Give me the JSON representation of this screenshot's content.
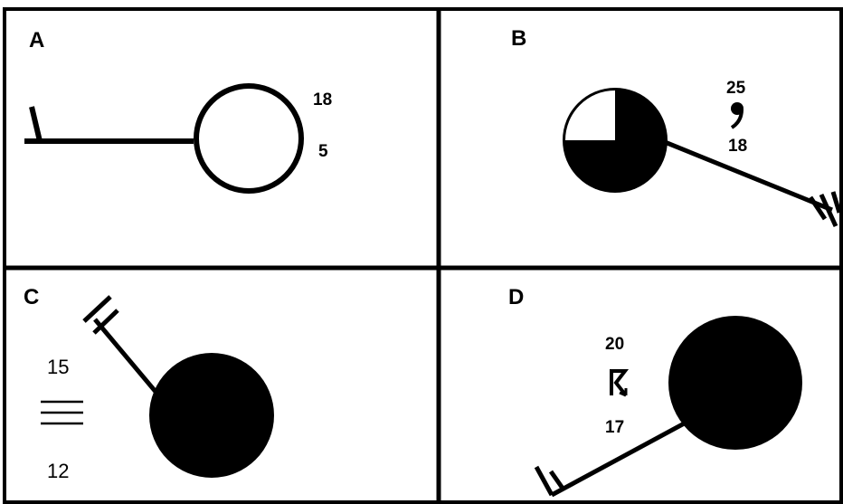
{
  "panels": [
    {
      "label": "A",
      "cloud_cover": "clear",
      "values": [
        "18",
        "5"
      ],
      "weather_symbol": ""
    },
    {
      "label": "B",
      "cloud_cover": "three-quarters",
      "values": [
        "25",
        "18"
      ],
      "weather_symbol": "drizzle-comma"
    },
    {
      "label": "C",
      "cloud_cover": "overcast",
      "values": [
        "15",
        "12"
      ],
      "weather_symbol": "fog-three-lines"
    },
    {
      "label": "D",
      "cloud_cover": "overcast",
      "values": [
        "20",
        "17"
      ],
      "weather_symbol": "thunderstorm"
    }
  ],
  "colors": {
    "ink": "#000000",
    "background": "#ffffff"
  }
}
